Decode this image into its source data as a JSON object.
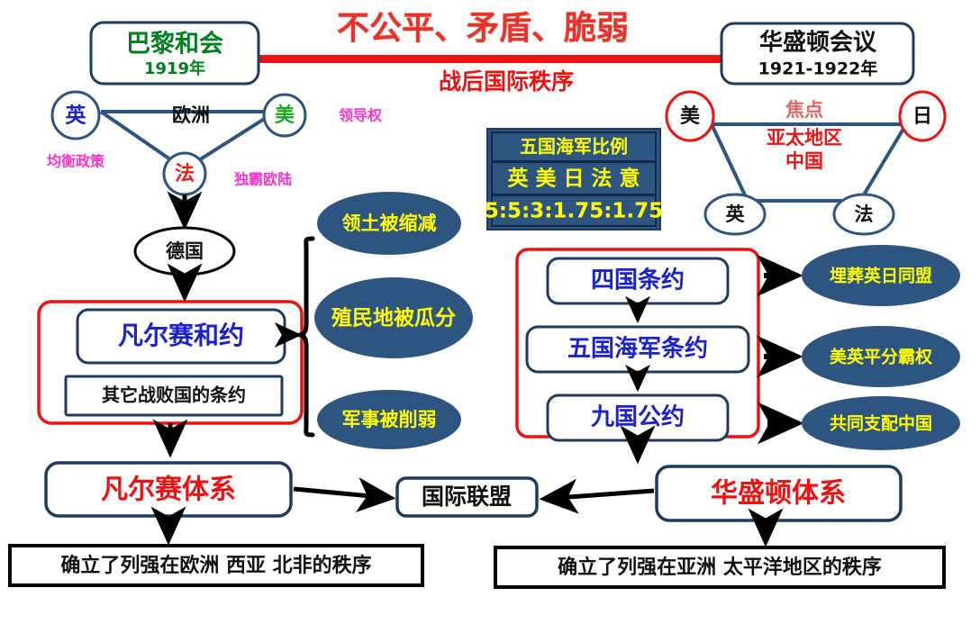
{
  "title_banner": {
    "main_title": "不公平、矛盾、脆弱",
    "subtitle": "战后国际秩序",
    "title_color": "#e8332a",
    "bar_color": "#ee1111"
  },
  "left_conference": {
    "name": "巴黎和会",
    "year": "1919年",
    "name_color": "#007f1e",
    "powers": [
      {
        "label": "英",
        "color": "#1a22c8",
        "note": "均衡政策",
        "note_color": "#ff33cc"
      },
      {
        "label": "美",
        "color": "#18a820",
        "note": "领导权",
        "note_color": "#ff33cc"
      },
      {
        "label": "法",
        "color": "#e8201a",
        "note": "独霸欧陆",
        "note_color": "#ff33cc"
      }
    ],
    "region_label": "欧洲"
  },
  "right_conference": {
    "name": "华盛顿会议",
    "year": "1921-1922年",
    "name_color": "#111111",
    "focus_label": "焦点",
    "focus_color": "#e06666",
    "focus_regions": [
      "亚太地区",
      "中国"
    ],
    "focus_region_color": "#ee1111",
    "powers": [
      {
        "label": "美",
        "ring": "red"
      },
      {
        "label": "日",
        "ring": "red"
      },
      {
        "label": "英",
        "ring": "navy"
      },
      {
        "label": "法",
        "ring": "navy"
      }
    ]
  },
  "navy_ratio_table": {
    "header": "五国海军比例",
    "countries": "英 美 日 法  意",
    "ratio": "5:5:3:1.75:1.75",
    "bg_color": "#2e5480",
    "text_color": "#ffff00"
  },
  "germany": {
    "label": "德国"
  },
  "versailles_group": {
    "treaty_main": "凡尔赛和约",
    "treaty_main_color": "#1a22c8",
    "treaty_other": "其它战败国的条约",
    "treaty_other_color": "#111111",
    "frame_color": "#ee1111"
  },
  "versailles_effects": [
    {
      "text": "领土被缩减"
    },
    {
      "text": "殖民地被瓜分"
    },
    {
      "text": "军事被削弱"
    }
  ],
  "washington_treaties": {
    "frame_color": "#ee1111",
    "items": [
      {
        "text": "四国条约"
      },
      {
        "text": "五国海军条约"
      },
      {
        "text": "九国公约"
      }
    ],
    "text_color": "#1a22c8"
  },
  "washington_effects": [
    {
      "text": "埋葬英日同盟"
    },
    {
      "text": "美英平分霸权"
    },
    {
      "text": "共同支配中国"
    }
  ],
  "systems": {
    "versailles_system": "凡尔赛体系",
    "washington_system": "华盛顿体系",
    "system_color": "#ee1111",
    "league": "国际联盟",
    "league_color": "#111111"
  },
  "outcomes": {
    "left": "确立了列强在欧洲 西亚 北非的秩序",
    "right": "确立了列强在亚洲 太平洋地区的秩序"
  },
  "colors": {
    "navy_outline": "#1f3a5f",
    "ellipse_fill": "#2e5480",
    "ellipse_text": "#ffff00",
    "arrow_black": "#000000"
  }
}
